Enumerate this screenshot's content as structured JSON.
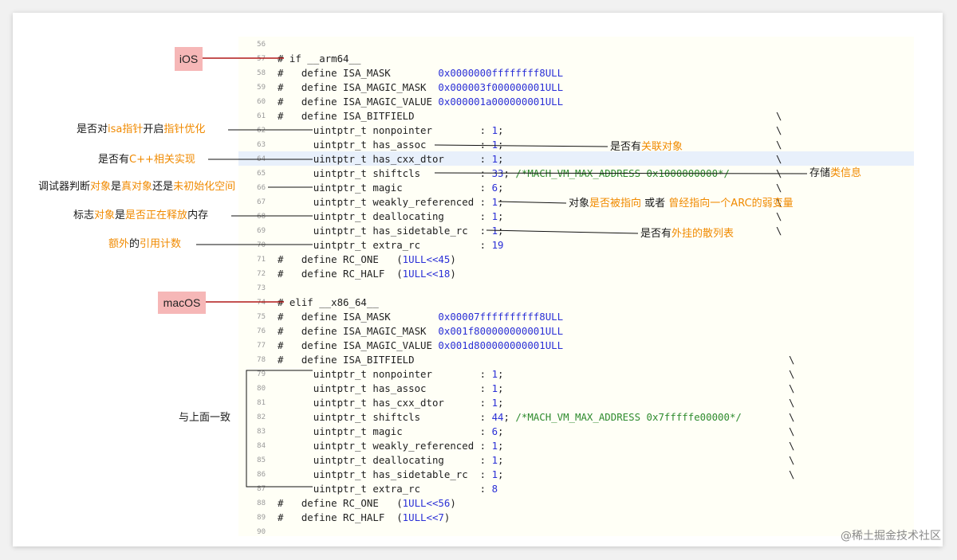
{
  "code": {
    "lines": [
      {
        "n": "56",
        "t": ""
      },
      {
        "n": "57",
        "t": "# if __arm64__"
      },
      {
        "n": "58",
        "t": "#   define ISA_MASK        ",
        "num": "0x0000000ffffffff8ULL"
      },
      {
        "n": "59",
        "t": "#   define ISA_MAGIC_MASK  ",
        "num": "0x000003f000000001ULL"
      },
      {
        "n": "60",
        "t": "#   define ISA_MAGIC_VALUE ",
        "num": "0x000001a000000001ULL"
      },
      {
        "n": "61",
        "t": "#   define ISA_BITFIELD"
      },
      {
        "n": "62",
        "t": "      uintptr_t nonpointer        : ",
        "num": "1",
        "after": ";"
      },
      {
        "n": "63",
        "t": "      uintptr_t has_assoc         : ",
        "num": "1",
        "after": ";"
      },
      {
        "n": "64",
        "t": "      uintptr_t has_cxx_dtor      : ",
        "num": "1",
        "after": ";"
      },
      {
        "n": "65",
        "t": "      uintptr_t shiftcls          : ",
        "num": "33",
        "after": "; ",
        "cmt": "/*MACH_VM_MAX_ADDRESS 0x1000000000*/"
      },
      {
        "n": "66",
        "t": "      uintptr_t magic             : ",
        "num": "6",
        "after": ";"
      },
      {
        "n": "67",
        "t": "      uintptr_t weakly_referenced : ",
        "num": "1",
        "after": ";"
      },
      {
        "n": "68",
        "t": "      uintptr_t deallocating      : ",
        "num": "1",
        "after": ";"
      },
      {
        "n": "69",
        "t": "      uintptr_t has_sidetable_rc  : ",
        "num": "1",
        "after": ";"
      },
      {
        "n": "70",
        "t": "      uintptr_t extra_rc          : ",
        "num": "19"
      },
      {
        "n": "71",
        "t": "#   define RC_ONE   (",
        "num": "1ULL<<45",
        "after": ")"
      },
      {
        "n": "72",
        "t": "#   define RC_HALF  (",
        "num": "1ULL<<18",
        "after": ")"
      },
      {
        "n": "73",
        "t": ""
      },
      {
        "n": "74",
        "t": "# elif __x86_64__"
      },
      {
        "n": "75",
        "t": "#   define ISA_MASK        ",
        "num": "0x00007ffffffffff8ULL"
      },
      {
        "n": "76",
        "t": "#   define ISA_MAGIC_MASK  ",
        "num": "0x001f800000000001ULL"
      },
      {
        "n": "77",
        "t": "#   define ISA_MAGIC_VALUE ",
        "num": "0x001d800000000001ULL"
      },
      {
        "n": "78",
        "t": "#   define ISA_BITFIELD"
      },
      {
        "n": "79",
        "t": "      uintptr_t nonpointer        : ",
        "num": "1",
        "after": ";"
      },
      {
        "n": "80",
        "t": "      uintptr_t has_assoc         : ",
        "num": "1",
        "after": ";"
      },
      {
        "n": "81",
        "t": "      uintptr_t has_cxx_dtor      : ",
        "num": "1",
        "after": ";"
      },
      {
        "n": "82",
        "t": "      uintptr_t shiftcls          : ",
        "num": "44",
        "after": "; ",
        "cmt": "/*MACH_VM_MAX_ADDRESS 0x7fffffe00000*/"
      },
      {
        "n": "83",
        "t": "      uintptr_t magic             : ",
        "num": "6",
        "after": ";"
      },
      {
        "n": "84",
        "t": "      uintptr_t weakly_referenced : ",
        "num": "1",
        "after": ";"
      },
      {
        "n": "85",
        "t": "      uintptr_t deallocating      : ",
        "num": "1",
        "after": ";"
      },
      {
        "n": "86",
        "t": "      uintptr_t has_sidetable_rc  : ",
        "num": "1",
        "after": ";"
      },
      {
        "n": "87",
        "t": "      uintptr_t extra_rc          : ",
        "num": "8"
      },
      {
        "n": "88",
        "t": "#   define RC_ONE   (",
        "num": "1ULL<<56",
        "after": ")"
      },
      {
        "n": "89",
        "t": "#   define RC_HALF  (",
        "num": "1ULL<<7",
        "after": ")"
      },
      {
        "n": "90",
        "t": ""
      }
    ],
    "backslash": "\\"
  },
  "labels": {
    "ios": "iOS",
    "macos": "macOS",
    "same_as_above": "与上面一致",
    "watermark": "@稀土掘金技术社区"
  },
  "annotations": {
    "nonpointer": [
      [
        "是否对",
        "b"
      ],
      [
        "isa指针",
        "hl"
      ],
      [
        "开启",
        "b"
      ],
      [
        "指针优化",
        "hl"
      ]
    ],
    "has_assoc": [
      [
        "是否有",
        "b"
      ],
      [
        "关联对象",
        "hl"
      ]
    ],
    "has_cxx_dtor": [
      [
        "是否有",
        "b"
      ],
      [
        "C++相关实现",
        "hl"
      ]
    ],
    "shiftcls": [
      [
        "存储",
        "b"
      ],
      [
        "类信息",
        "hl"
      ]
    ],
    "magic": [
      [
        "调试器判断",
        "b"
      ],
      [
        "对象",
        "hl"
      ],
      [
        "是",
        "b"
      ],
      [
        "真对象",
        "hl"
      ],
      [
        "还是",
        "b"
      ],
      [
        "未初始化空间",
        "hl"
      ]
    ],
    "weakly_referenced": [
      [
        "对象",
        "b"
      ],
      [
        "是否被指向",
        "hl"
      ],
      [
        " 或者 ",
        "b"
      ],
      [
        "曾经指向一个ARC的弱变量",
        "hl"
      ]
    ],
    "deallocating": [
      [
        "标志",
        "b"
      ],
      [
        "对象",
        "hl"
      ],
      [
        "是",
        "b"
      ],
      [
        "是否正在释放",
        "hl"
      ],
      [
        "内存",
        "b"
      ]
    ],
    "has_sidetable_rc": [
      [
        "是否有",
        "b"
      ],
      [
        "外挂的散列表",
        "hl"
      ]
    ],
    "extra_rc": [
      [
        "额外",
        "hl"
      ],
      [
        "的",
        "b"
      ],
      [
        "引用计数",
        "hl"
      ]
    ]
  },
  "colors": {
    "highlight_text": "#f08a00",
    "label_bg": "#f6b7b7",
    "pointer_line": "#b01818",
    "number": "#2a2fd6",
    "comment": "#2e8b2e"
  }
}
